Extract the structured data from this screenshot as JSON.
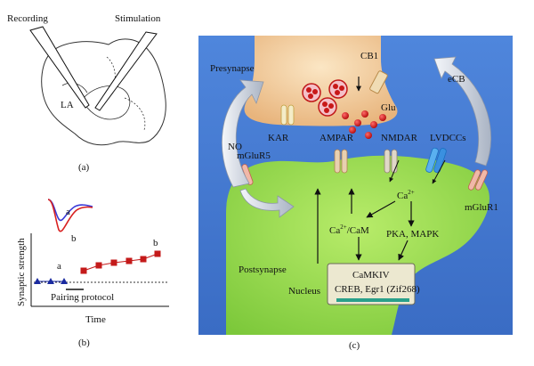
{
  "panel_a": {
    "recording": "Recording",
    "stimulation": "Stimulation",
    "region": "LA",
    "caption": "(a)"
  },
  "panel_b": {
    "ylabel": "Synaptic strength",
    "xlabel": "Time",
    "protocol": "Pairing protocol",
    "trace_a": "a",
    "trace_b": "b",
    "caption": "(b)"
  },
  "panel_c": {
    "presynapse": "Presynapse",
    "postsynapse": "Postsynapse",
    "cb1": "CB1",
    "ecb": "eCB",
    "glu": "Glu",
    "no": "NO",
    "kar": "KAR",
    "ampar": "AMPAR",
    "nmdar": "NMDAR",
    "lvdccs": "LVDCCs",
    "mglur5": "mGluR5",
    "mglur1": "mGluR1",
    "ca": "Ca",
    "ca_sup": "2+",
    "cacam_ca": "Ca",
    "cacam_sup": "2+",
    "cacam_rest": "/CaM",
    "pka": "PKA, MAPK",
    "camkiv": "CaMKIV",
    "creb": "CREB, Egr1 (Zif268)",
    "nucleus": "Nucleus",
    "caption": "(c)"
  },
  "colors": {
    "background": "#4a7fd4",
    "postsynapse": "#9ed84a",
    "presynapse": "#f4d4a4",
    "glutamate": "#d42020",
    "nucleus_box": "#e8e4cc",
    "trace_a": "#3a3ad8",
    "trace_b": "#d82020",
    "point_a": "#1a2aa0",
    "point_b": "#c41a1a"
  },
  "icons": [
    "curved-arrow-icon",
    "receptor-channel-icon",
    "vesicle-icon"
  ]
}
